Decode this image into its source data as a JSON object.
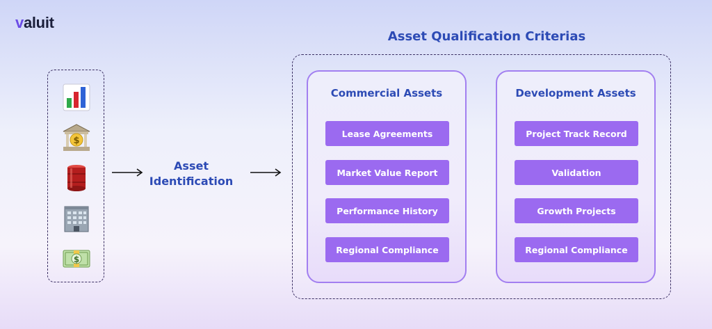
{
  "logo": {
    "text_v": "v",
    "text_rest": "aluit"
  },
  "icons": [
    "bar-chart-icon",
    "bank-icon",
    "oil-drum-icon",
    "office-building-icon",
    "money-icon"
  ],
  "flow": {
    "step_line1": "Asset",
    "step_line2": "Identification"
  },
  "criteria": {
    "title": "Asset Qualification Criterias",
    "commercial": {
      "title": "Commercial Assets",
      "items": [
        "Lease Agreements",
        "Market Value Report",
        "Performance History",
        "Regional Compliance"
      ]
    },
    "development": {
      "title": "Development Assets",
      "items": [
        "Project Track Record",
        "Validation",
        "Growth Projects",
        "Regional Compliance"
      ]
    }
  },
  "colors": {
    "accent": "#2d4bb5",
    "pill": "#9b6af0",
    "panel_border": "#a27ff0",
    "dashed_border": "#3b2f63"
  }
}
